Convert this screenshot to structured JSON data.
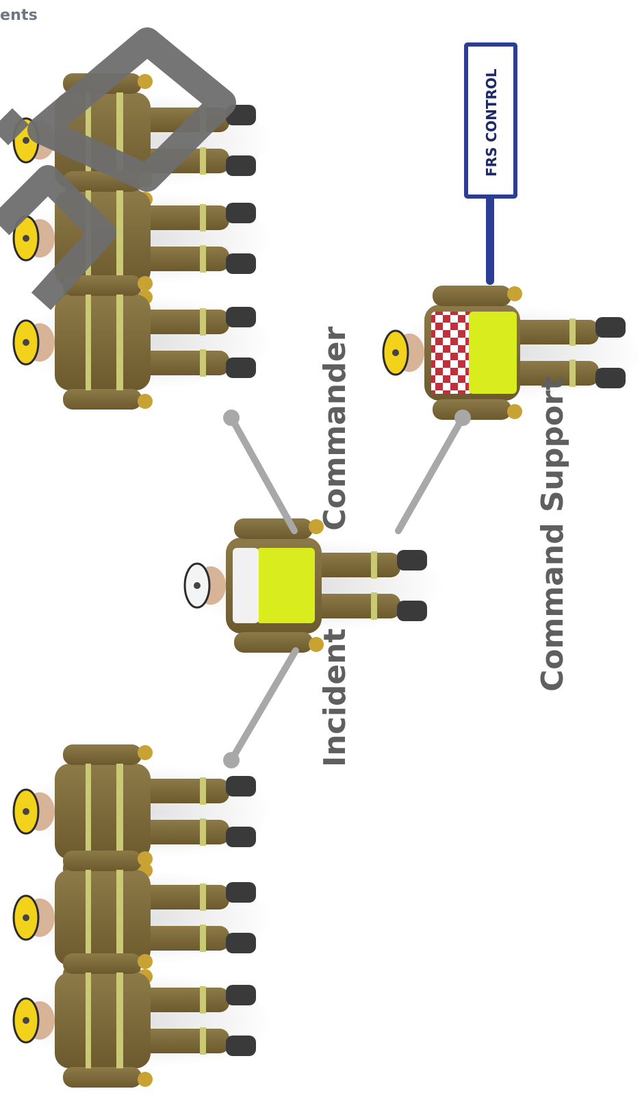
{
  "page": {
    "corner_text": "ents"
  },
  "labels": {
    "incident": "Incident",
    "commander": "Commander",
    "command_support": "Command Support"
  },
  "frs_control": {
    "label": "FRS CONTROL",
    "color": "#2a3e96"
  },
  "colors": {
    "connector": "#a8a8a8",
    "watermark": "#6e6e6e",
    "fire_kit": "#7e6b3c",
    "helmet_yellow": "#f2d21a",
    "helmet_white": "#f4f4f4",
    "hi_vis": "#d8ec1e",
    "checker_red": "#c0303a"
  },
  "figures": {
    "crew_top": [
      "firefighter",
      "firefighter",
      "firefighter"
    ],
    "crew_bottom": [
      "firefighter",
      "firefighter",
      "firefighter"
    ],
    "center": "incident-commander",
    "support": "command-support-officer"
  }
}
